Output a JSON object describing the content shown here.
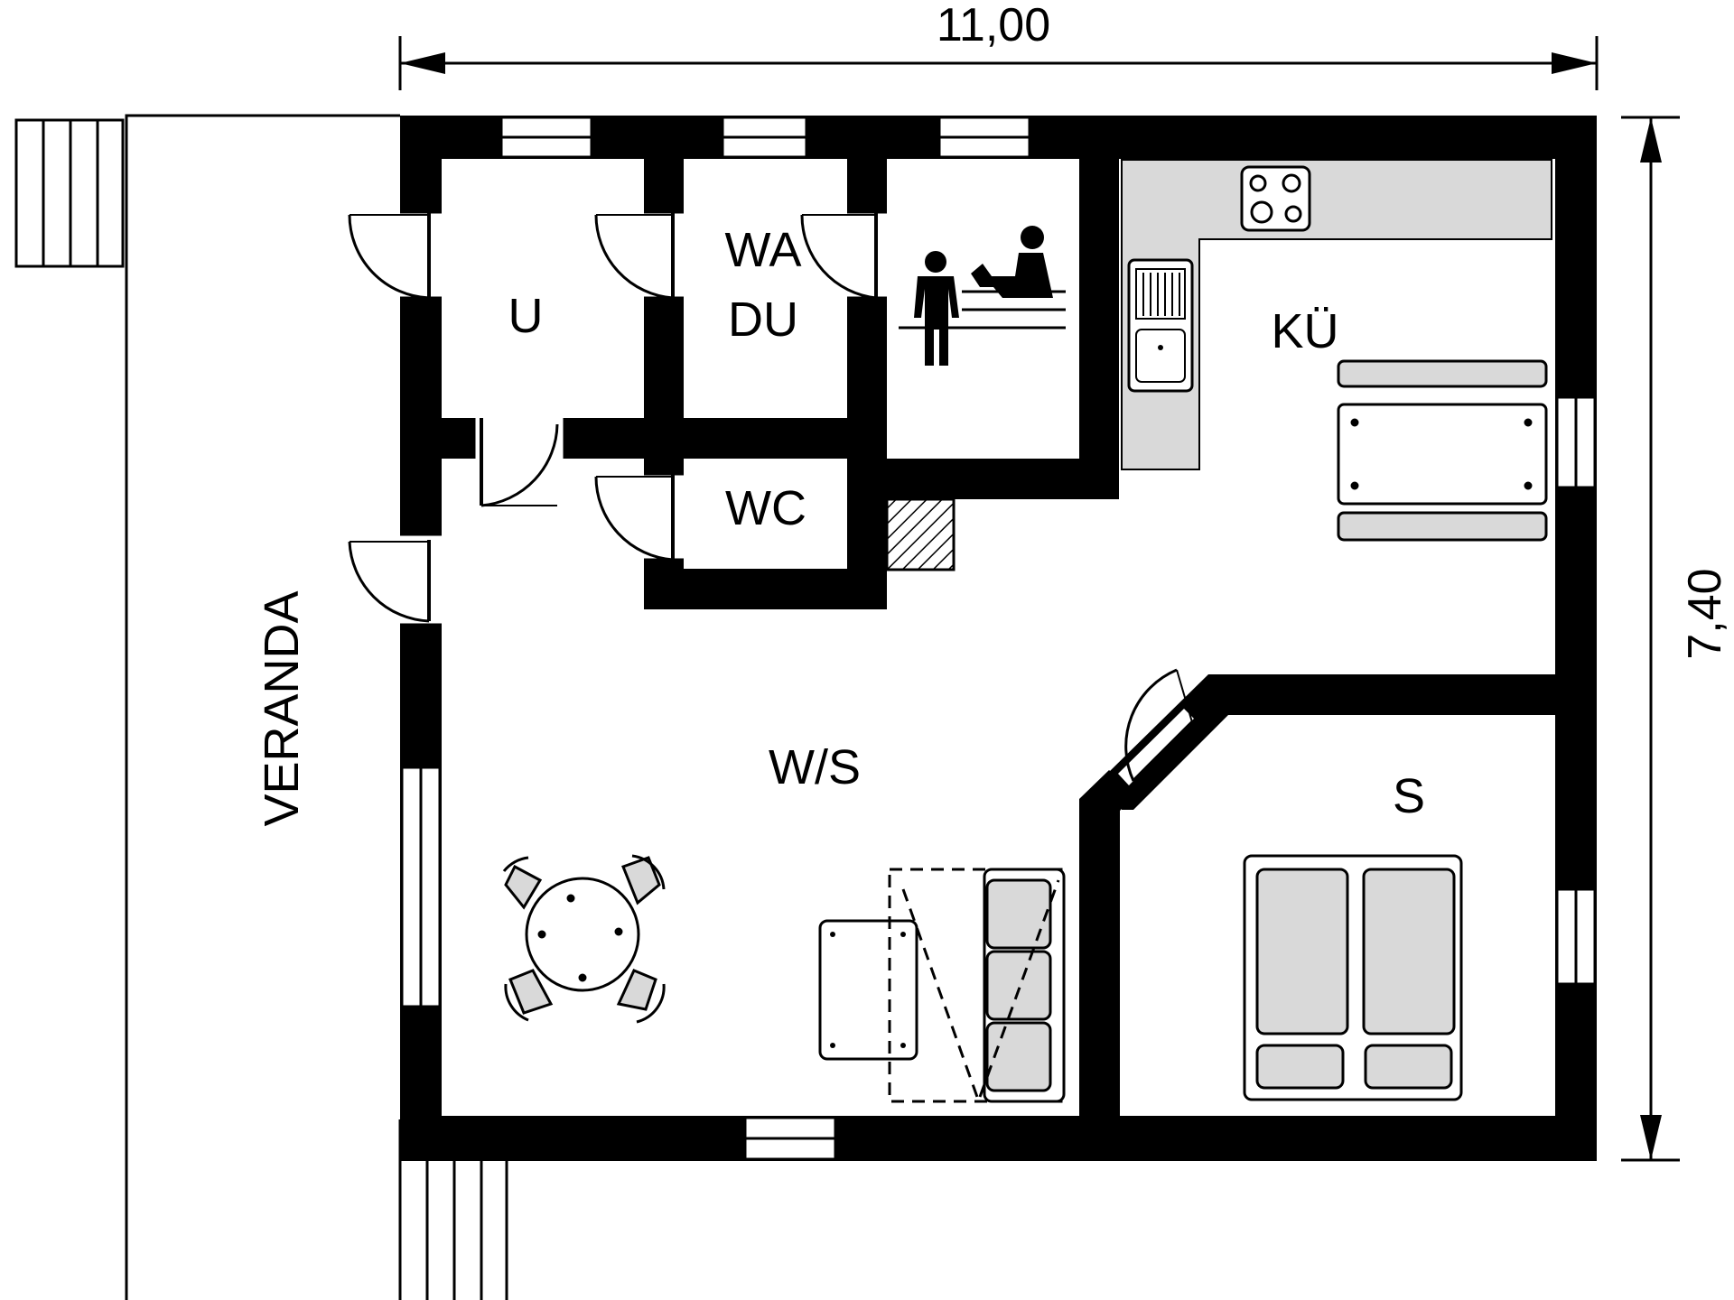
{
  "dimensions": {
    "width": "11,00",
    "height": "7,40"
  },
  "rooms": {
    "u": "U",
    "wa": "WA",
    "du": "DU",
    "wc": "WC",
    "kue": "KÜ",
    "ws": "W/S",
    "s": "S",
    "veranda": "VERANDA"
  },
  "colors": {
    "wall": "#000000",
    "furniture_fill": "#d9d9d9",
    "background": "#ffffff"
  }
}
